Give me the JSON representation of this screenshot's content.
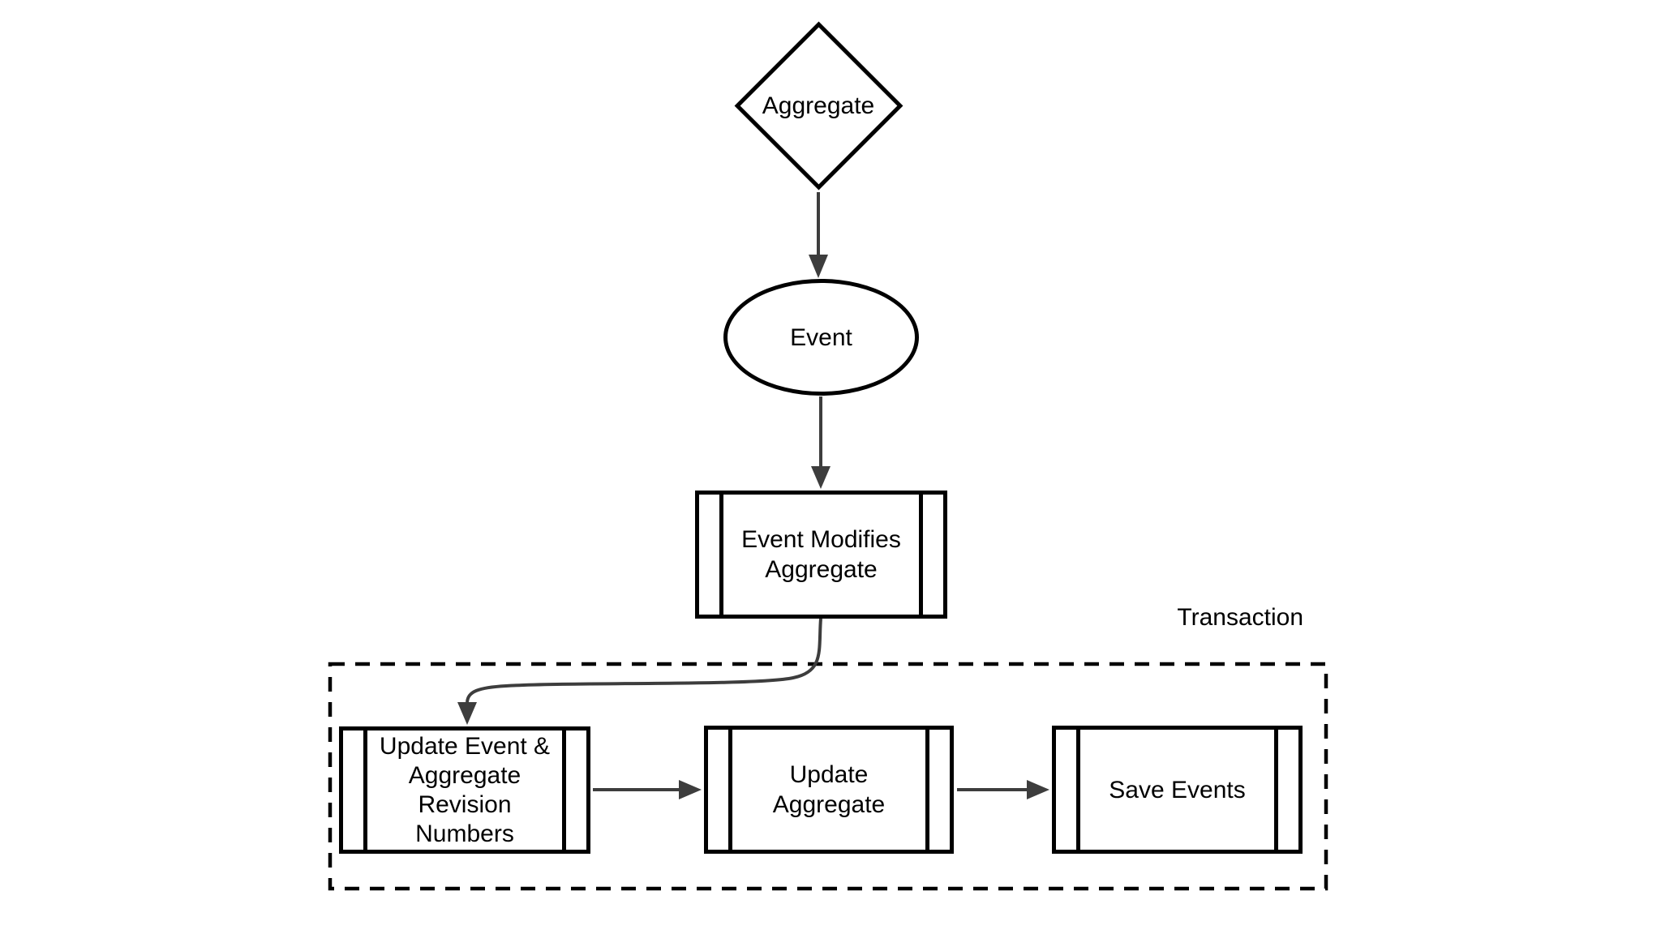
{
  "background": "#ffffff",
  "shape_stroke_color": "#000000",
  "arrow_color": "#3d3d3d",
  "nodes": {
    "aggregate": {
      "shape": "decision-diamond",
      "label": "Aggregate"
    },
    "event": {
      "shape": "ellipse",
      "label": "Event"
    },
    "event_modifies_aggregate": {
      "shape": "predefined-process",
      "label": "Event Modifies\nAggregate"
    },
    "update_revision_numbers": {
      "shape": "predefined-process",
      "label": "Update Event &\nAggregate\nRevision\nNumbers"
    },
    "update_aggregate": {
      "shape": "predefined-process",
      "label": "Update\nAggregate"
    },
    "save_events": {
      "shape": "predefined-process",
      "label": "Save Events"
    }
  },
  "groups": {
    "transaction": {
      "label": "Transaction",
      "style": "dashed-rectangle"
    }
  },
  "edges": [
    {
      "from": "aggregate",
      "to": "event"
    },
    {
      "from": "event",
      "to": "event_modifies_aggregate"
    },
    {
      "from": "event_modifies_aggregate",
      "to": "update_revision_numbers"
    },
    {
      "from": "update_revision_numbers",
      "to": "update_aggregate"
    },
    {
      "from": "update_aggregate",
      "to": "save_events"
    }
  ]
}
